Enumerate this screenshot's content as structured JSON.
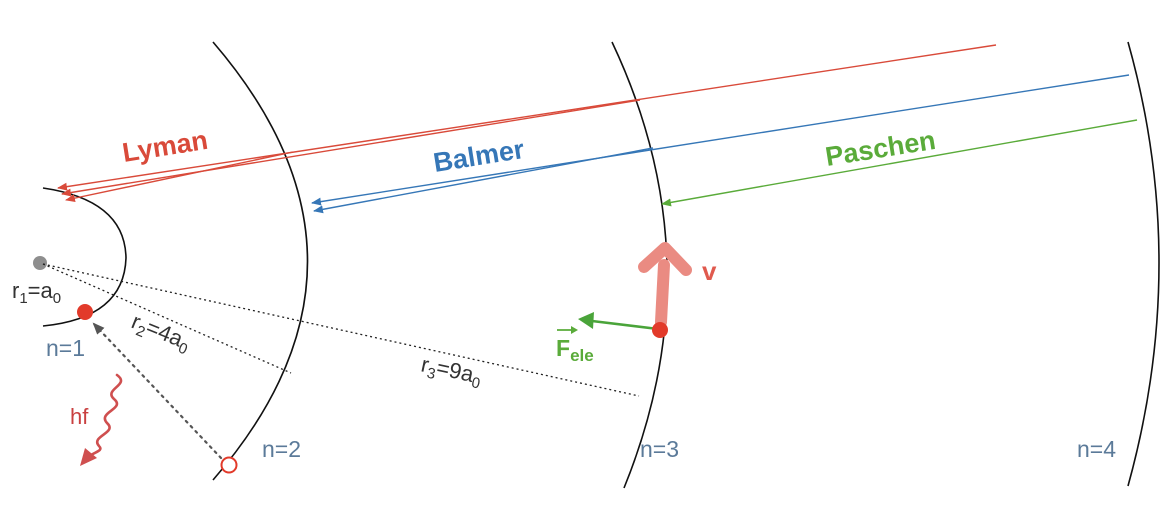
{
  "colors": {
    "lyman": "#d94a3a",
    "balmer": "#3677b7",
    "paschen": "#5aab3a",
    "level_text": "#5b7a99",
    "radius_text": "#333333",
    "electron": "#e23a2a",
    "velocity": "#ea8b82",
    "force": "#4aa43a",
    "photon": "#cf4f4f"
  },
  "series": {
    "lyman": "Lyman",
    "balmer": "Balmer",
    "paschen": "Paschen"
  },
  "levels": {
    "n1": "n=1",
    "n2": "n=2",
    "n3": "n=3",
    "n4": "n=4"
  },
  "radii": {
    "r1": {
      "base": "r",
      "index": "1",
      "eq": "=a",
      "sub": "0"
    },
    "r2": {
      "base": "r",
      "index": "2",
      "eq": "=4a",
      "sub": "0"
    },
    "r3": {
      "base": "r",
      "index": "3",
      "eq": "=9a",
      "sub": "0"
    }
  },
  "labels": {
    "velocity": "v",
    "force_base": "F",
    "force_sub": "ele",
    "photon": "hf"
  }
}
